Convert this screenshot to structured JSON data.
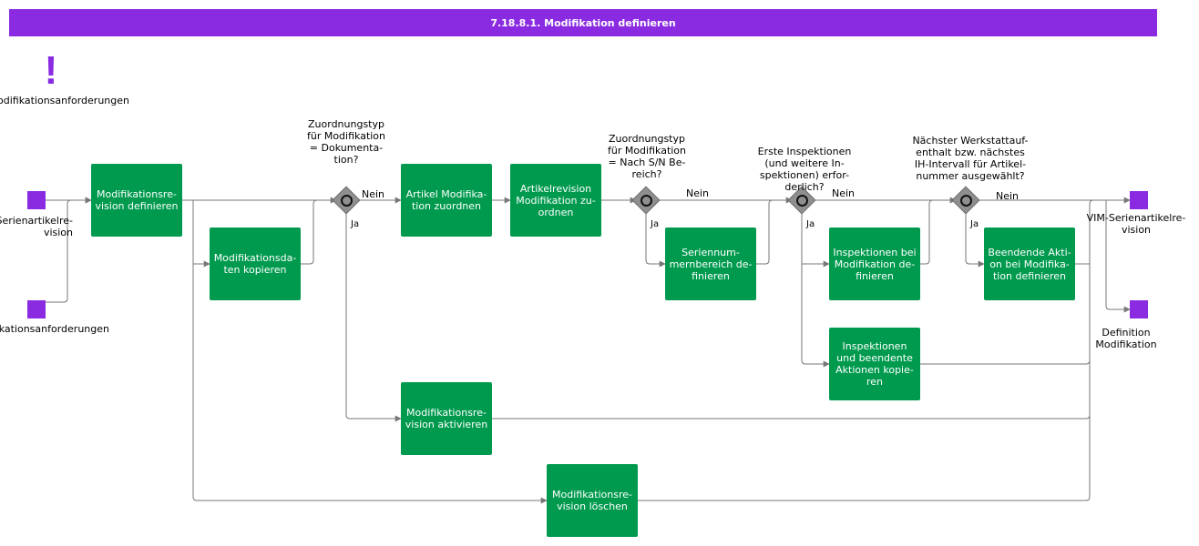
{
  "title": "7.18.8.1. Modifikation definieren",
  "colors": {
    "title_bar": "#8a2be2",
    "task": "#009a4e",
    "event": "#8a2be2",
    "gateway": "#8f8f8f",
    "connector": "#777777"
  },
  "icons": {
    "exclamation": "!"
  },
  "inputs": {
    "serial_revision": "VIM-Serienartikelre-\nvision",
    "modification_requirements_top": "Modifikationsanforderungen",
    "modification_requirements": "Modifikationsanforderungen"
  },
  "outputs": {
    "serial_revision": "VIM-Serienartikelre-\nvision",
    "definition": "Definition\nModifikation"
  },
  "tasks": {
    "define_revision": "Modifikationsre-\nvision definieren",
    "copy_data": "Modifikationsda-\nten kopieren",
    "assign_article": "Artikel Modifika-\ntion zuordnen",
    "assign_article_revision": "Artikelrevision\nModifikation zu-\nordnen",
    "define_serial_range": "Seriennum-\nmernbereich de-\nfinieren",
    "define_inspections": "Inspektionen bei\nModifikation de-\nfinieren",
    "define_terminating_action": "Beendende Akti-\non bei Modifika-\ntion definieren",
    "copy_inspections": "Inspektionen\nund beendente\nAktionen kopie-\nren",
    "activate_revision": "Modifikationsre-\nvision aktivieren",
    "delete_revision": "Modifikationsre-\nvision löschen"
  },
  "gateways": {
    "g1": {
      "question": "Zuordnungstyp\nfür Modifikation\n= Dokumenta-\ntion?",
      "no": "Nein",
      "yes": "Ja"
    },
    "g2": {
      "question": "Zuordnungstyp\nfür Modifikation\n= Nach S/N Be-\nreich?",
      "no": "Nein",
      "yes": "Ja"
    },
    "g3": {
      "question": "Erste Inspektionen\n(und weitere In-\nspektionen) erfor-\nderlich?",
      "no": "Nein",
      "yes": "Ja"
    },
    "g4": {
      "question": "Nächster Werkstattauf-\nenthalt bzw. nächstes\nIH-Intervall für Artikel-\nnummer ausgewählt?",
      "no": "Nein",
      "yes": "Ja"
    }
  }
}
